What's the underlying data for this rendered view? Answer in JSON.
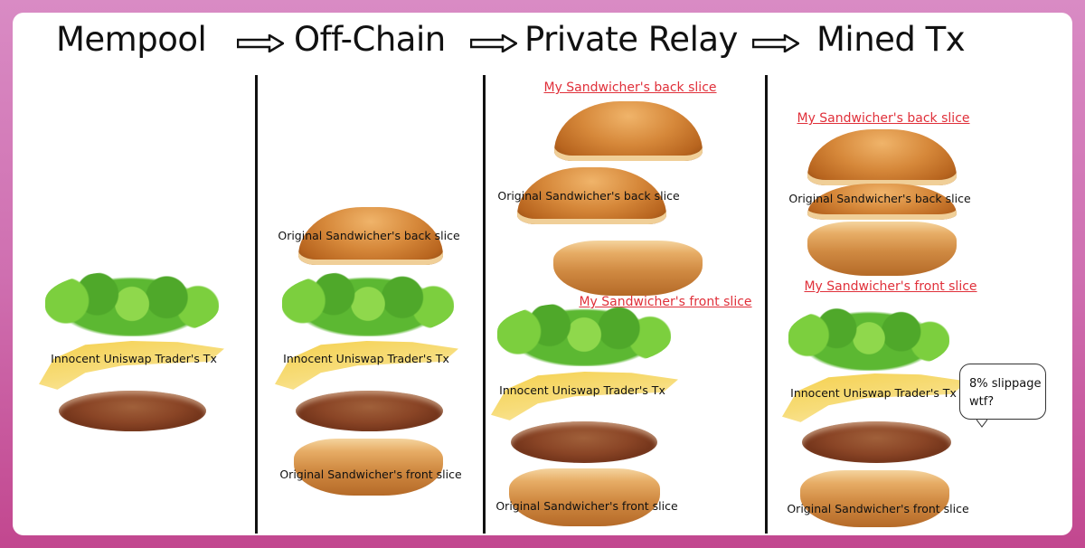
{
  "stages": [
    "Mempool",
    "Off-Chain",
    "Private Relay",
    "Mined Tx"
  ],
  "arrow_icon": "hollow-right-arrow",
  "labels": {
    "original_back": "Original Sandwicher's back slice",
    "original_front": "Original Sandwicher's front slice",
    "trader_tx": "Innocent Uniswap Trader's Tx",
    "my_back": "My Sandwicher's back slice",
    "my_front": "My Sandwicher's front slice"
  },
  "speech_bubble": "8% slippage wtf?",
  "colors": {
    "accent_red": "#e0303a",
    "background": "#c2478f"
  }
}
